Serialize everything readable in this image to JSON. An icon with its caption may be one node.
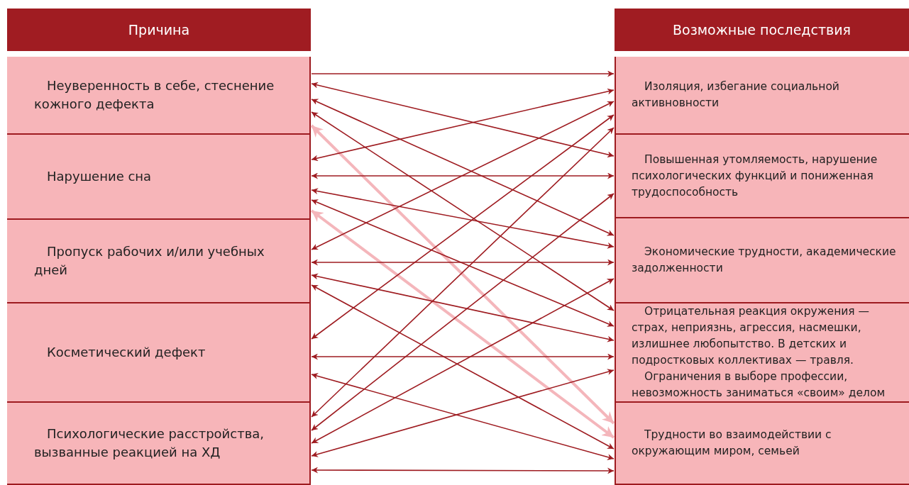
{
  "diagram": {
    "nodes": [
      {
        "text": [
          "Причина"
        ]
      },
      {
        "text": [
          "Неуверенность в себе, стеснение кожного дефекта"
        ]
      },
      {
        "text": [
          "Нарушение сна"
        ]
      },
      {
        "text": [
          "Пропуск рабочих и/или учебных дней"
        ]
      },
      {
        "text": [
          "Косметический дефект"
        ]
      },
      {
        "text": [
          "Психологические расстройства, вызванные реакцией на ХД"
        ]
      },
      {
        "text": [
          "Возможные последствия"
        ]
      },
      {
        "text": [
          "Изоляция, избегание социальной активновности"
        ]
      },
      {
        "text": [
          "Повышенная утомляемость, нарушение психологических функций и пониженная трудоспособность"
        ]
      },
      {
        "text": [
          "Экономические трудности, академические задолженности"
        ]
      },
      {
        "text": [
          "Отрицательная реакция окружения — страх, неприязнь, агрессия, насмешки, излишнее любопытство. В детских и подростковых коллективах — травля.",
          "Ограничения в выборе профессии, невозможность заниматься «своим» делом"
        ]
      },
      {
        "text": [
          "Трудности во взаимодействии с окружающим миром, семьей"
        ]
      }
    ],
    "edges": [
      {
        "from": 1,
        "to": 7,
        "arrow": "to"
      },
      {
        "from": 1,
        "to": 8,
        "arrow": "both"
      },
      {
        "from": 1,
        "to": 9,
        "arrow": "both"
      },
      {
        "from": 1,
        "to": 10,
        "arrow": "both"
      },
      {
        "from": 1,
        "to": 11,
        "arrow": "both",
        "style": "thick",
        "color": "#f4b6bb"
      },
      {
        "from": 2,
        "to": 7,
        "arrow": "both"
      },
      {
        "from": 2,
        "to": 8,
        "arrow": "both"
      },
      {
        "from": 2,
        "to": 9,
        "arrow": "both"
      },
      {
        "from": 2,
        "to": 10,
        "arrow": "both"
      },
      {
        "from": 2,
        "to": 11,
        "arrow": "both",
        "style": "thick",
        "color": "#f4b6bb"
      },
      {
        "from": 3,
        "to": 7,
        "arrow": "both"
      },
      {
        "from": 3,
        "to": 9,
        "arrow": "both"
      },
      {
        "from": 3,
        "to": 10,
        "arrow": "both"
      },
      {
        "from": 3,
        "to": 11,
        "arrow": "both"
      },
      {
        "from": 4,
        "to": 7,
        "arrow": "both"
      },
      {
        "from": 4,
        "to": 10,
        "arrow": "both"
      },
      {
        "from": 4,
        "to": 11,
        "arrow": "both"
      },
      {
        "from": 5,
        "to": 7,
        "arrow": "both"
      },
      {
        "from": 5,
        "to": 8,
        "arrow": "both"
      },
      {
        "from": 5,
        "to": 9,
        "arrow": "both"
      },
      {
        "from": 5,
        "to": 10,
        "arrow": "both"
      },
      {
        "from": 5,
        "to": 11,
        "arrow": "both"
      }
    ]
  }
}
